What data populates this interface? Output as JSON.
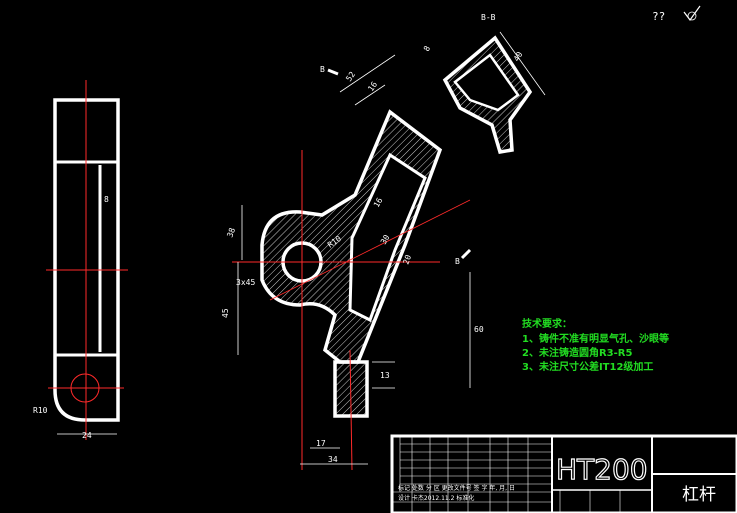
{
  "drawing": {
    "section_label": "B-B",
    "section_mark": "B",
    "roughness_symbol": "??",
    "dimensions": {
      "side_top": "8",
      "side_radius": "R10",
      "side_width": "24",
      "top_left": "52",
      "top_right": "16",
      "d_38": "38",
      "d_16": "16",
      "r10": "R10",
      "d_30": "30",
      "d_20": "20",
      "d_30x5": "3x45",
      "d_45": "45",
      "d_60": "60",
      "d_13": "13",
      "d_17": "17",
      "d_34": "34",
      "sec_a": "8",
      "sec_b": "40"
    }
  },
  "technical_requirements": {
    "title": "技术要求：",
    "items": [
      "1、铸件不准有明显气孔、沙眼等",
      "2、未注铸造圆角R3-R5",
      "3、未注尺寸公差IT12级加工"
    ]
  },
  "title_block": {
    "material": "HT200",
    "part_name": "杠杆",
    "row1": "标记  处数   分 区   更改文件号 签 字 年, 月, 日",
    "row2": "设计   卡杰2012.11.2 标准化"
  },
  "colors": {
    "outline": "#ffffff",
    "centerline": "#ff2a2a",
    "note_text": "#22dd22",
    "background": "#000000"
  }
}
